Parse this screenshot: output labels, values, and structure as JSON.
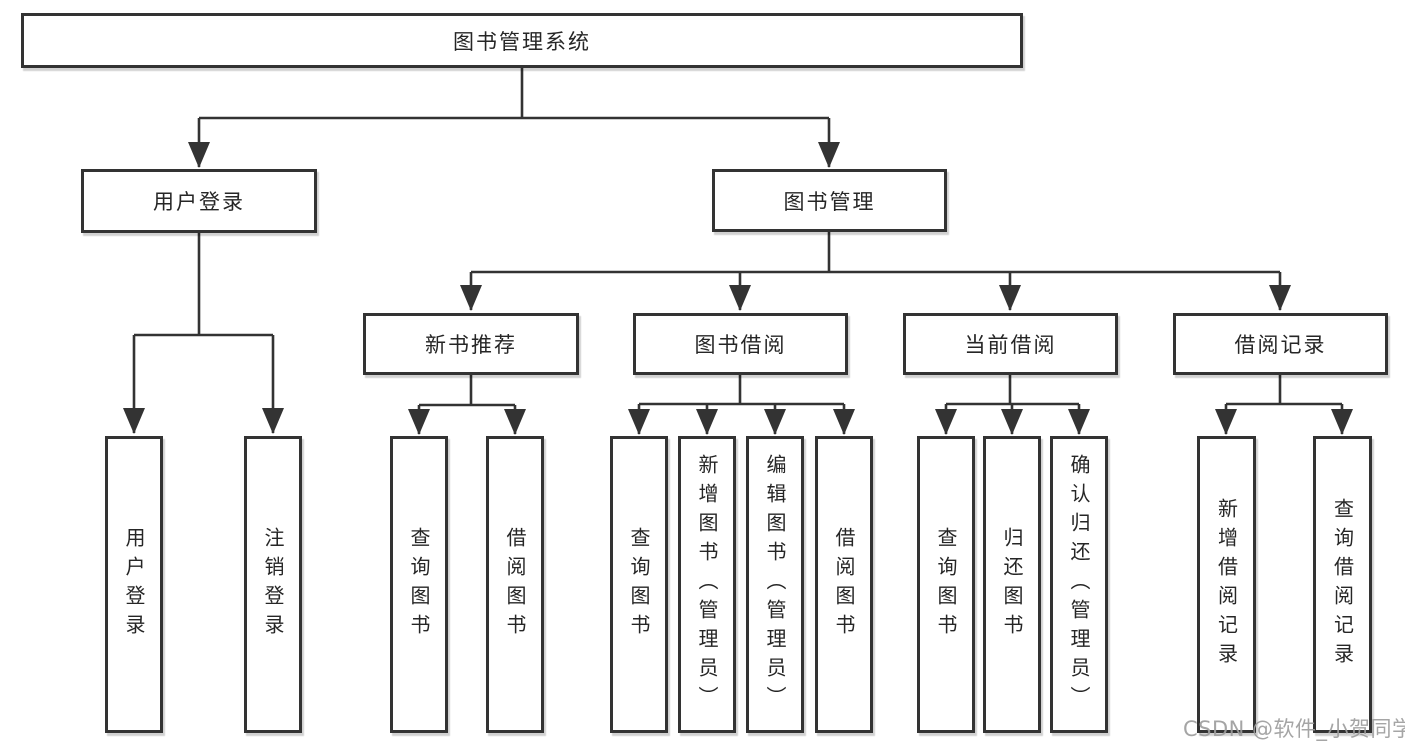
{
  "diagram": {
    "type": "tree",
    "title": "图书管理系统",
    "hierarchy": {
      "label": "图书管理系统",
      "children": [
        {
          "label": "用户登录",
          "children": [
            {
              "label": "用户登录"
            },
            {
              "label": "注销登录"
            }
          ]
        },
        {
          "label": "图书管理",
          "children": [
            {
              "label": "新书推荐",
              "children": [
                {
                  "label": "查询图书"
                },
                {
                  "label": "借阅图书"
                }
              ]
            },
            {
              "label": "图书借阅",
              "children": [
                {
                  "label": "查询图书"
                },
                {
                  "label": "新增图书（管理员）"
                },
                {
                  "label": "编辑图书（管理员）"
                },
                {
                  "label": "借阅图书"
                }
              ]
            },
            {
              "label": "当前借阅",
              "children": [
                {
                  "label": "查询图书"
                },
                {
                  "label": "归还图书"
                },
                {
                  "label": "确认归还（管理员）"
                }
              ]
            },
            {
              "label": "借阅记录",
              "children": [
                {
                  "label": "新增借阅记录"
                },
                {
                  "label": "查询借阅记录"
                }
              ]
            }
          ]
        }
      ]
    }
  },
  "watermark": {
    "text": "CSDN @软件_小贺同学"
  },
  "colors": {
    "background": "#ffffff",
    "box_fill": "#ffffff",
    "box_border": "#333333",
    "line": "#333333",
    "text": "#262626",
    "watermark": "#9e9e9e"
  }
}
